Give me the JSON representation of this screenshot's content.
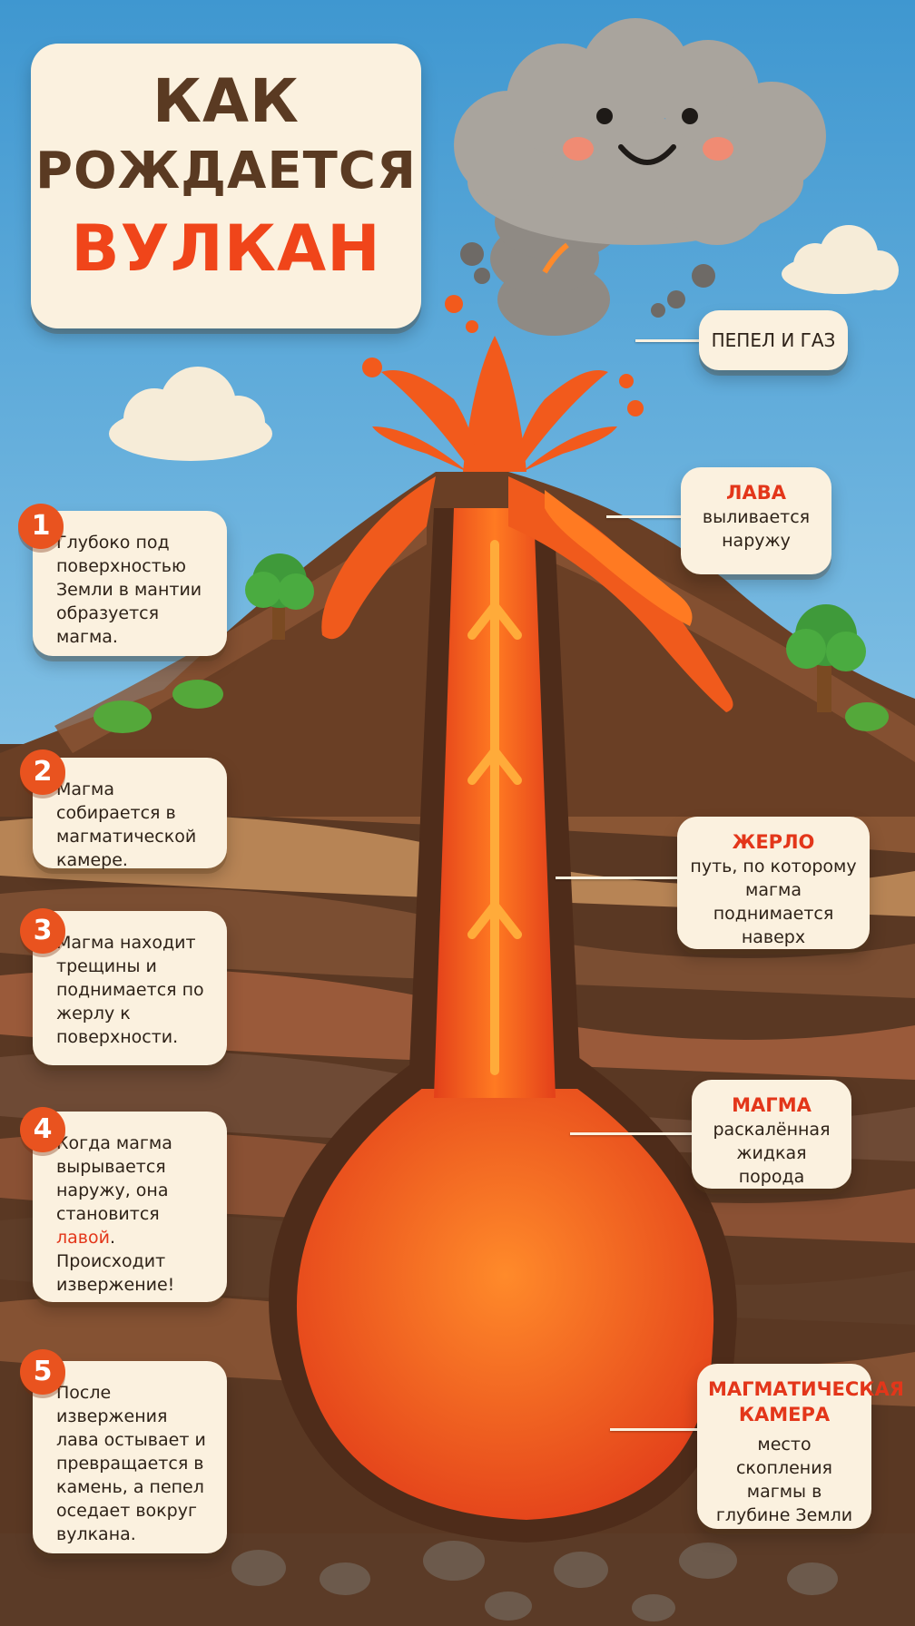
{
  "title": {
    "line1": "КАК",
    "line2": "РОЖДАЕТСЯ",
    "line3": "ВУЛКАН"
  },
  "steps": [
    {
      "num": "1",
      "text": "Глубоко под поверхностью Земли в мантии образуется магма."
    },
    {
      "num": "2",
      "text": "Магма собирается в магматической камере."
    },
    {
      "num": "3",
      "text": "Магма находит трещины и поднимается по жерлу к поверхности."
    },
    {
      "num": "4",
      "text_before": "Когда магма вырывается наружу, она становится ",
      "highlight": "лавой",
      "text_after": ". Происходит извержение!"
    },
    {
      "num": "5",
      "text": "После извержения лава остывает и превращается в камень, а пепел оседает вокруг вулкана."
    }
  ],
  "labels": {
    "ash": {
      "text": "ПЕПЕЛ И ГАЗ"
    },
    "lava": {
      "heading": "ЛАВА",
      "text": "выливается наружу"
    },
    "vent": {
      "heading": "ЖЕРЛО",
      "text": "путь, по которому магма поднимается наверх"
    },
    "magma": {
      "heading": "МАГМА",
      "text": "раскалённая жидкая порода"
    },
    "chamber": {
      "heading": "МАГМАТИЧЕСКАЯ КАМЕРА",
      "text": "место скопления магмы в глубине Земли"
    }
  },
  "colors": {
    "sky": "#4a9fd3",
    "card": "#fbf1df",
    "accent": "#e9531f",
    "lava": "#f05a1c",
    "earth": "#6b4226"
  }
}
